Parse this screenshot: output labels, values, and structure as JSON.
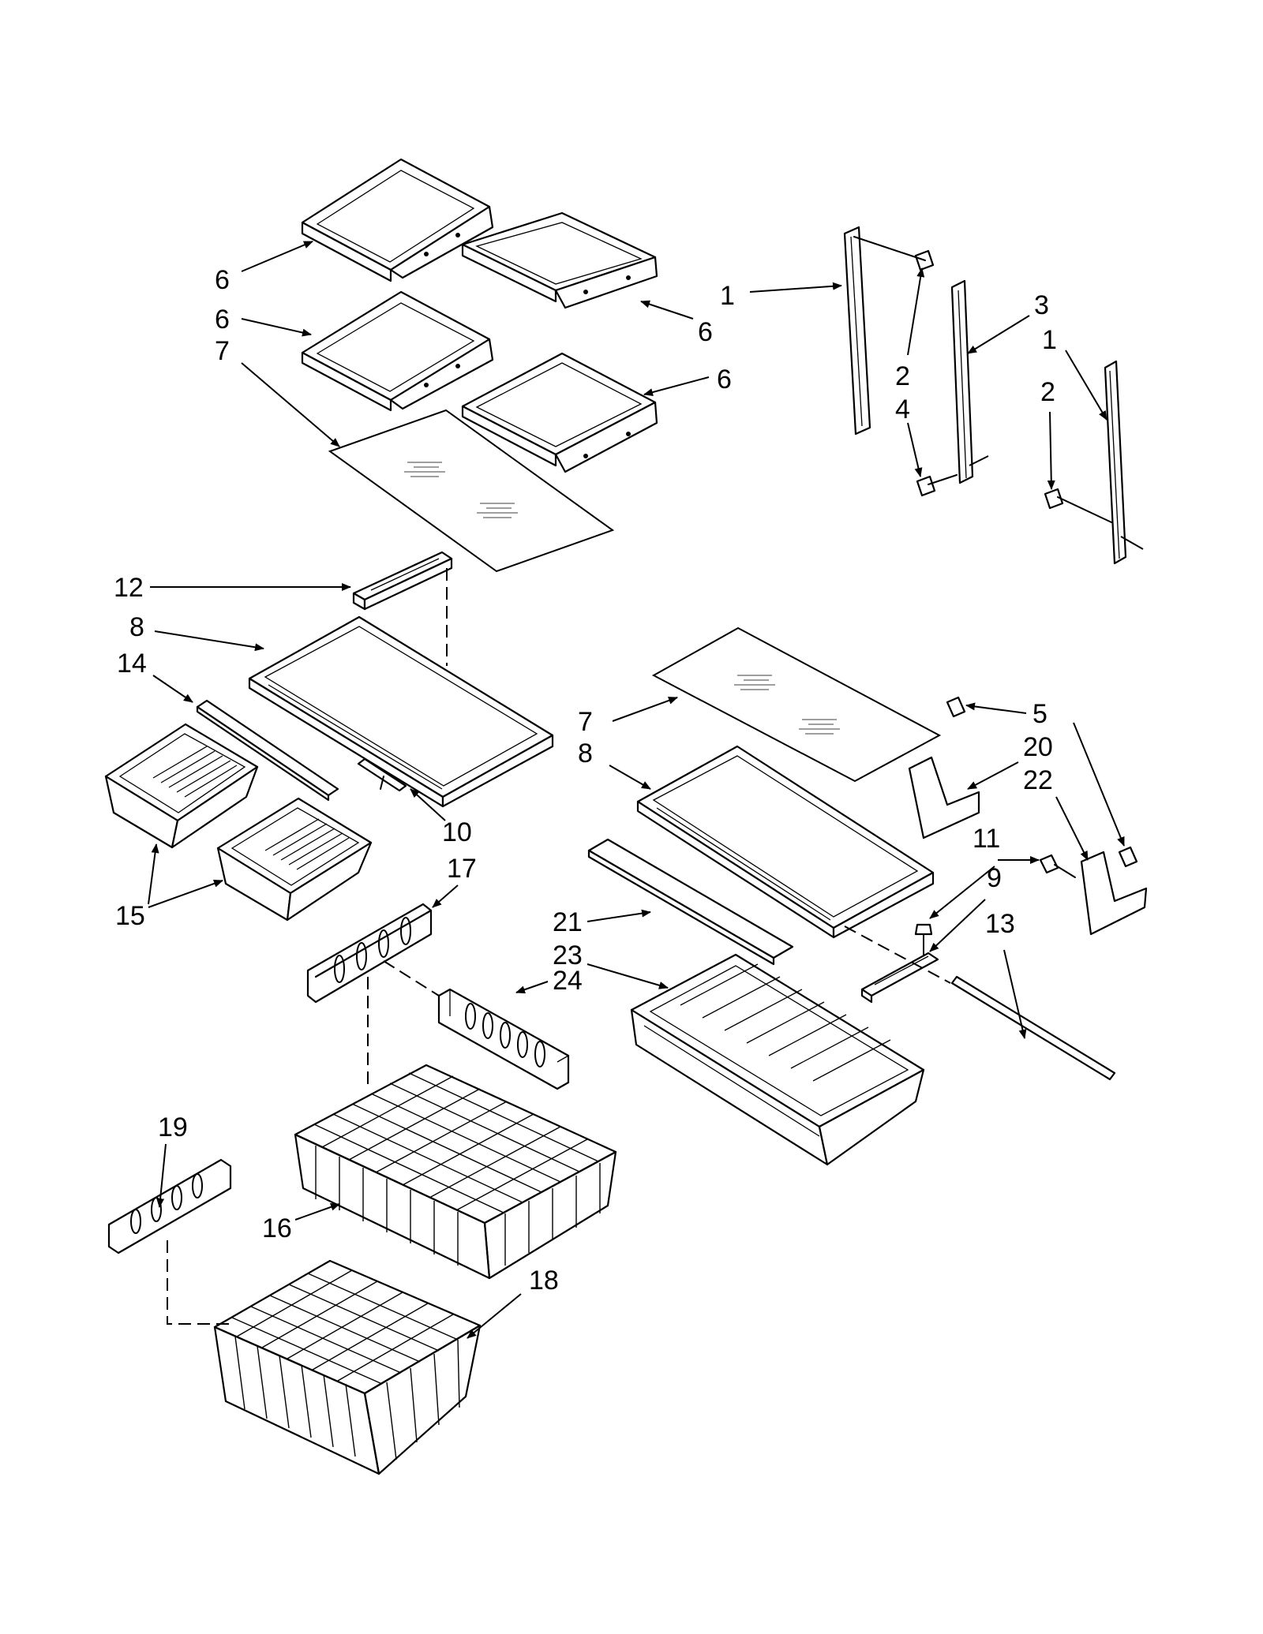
{
  "diagram": {
    "callouts": [
      {
        "id": "c6a",
        "text": "6"
      },
      {
        "id": "c6b",
        "text": "6"
      },
      {
        "id": "c6c",
        "text": "6"
      },
      {
        "id": "c6d",
        "text": "6"
      },
      {
        "id": "c7a",
        "text": "7"
      },
      {
        "id": "c1a",
        "text": "1"
      },
      {
        "id": "c3",
        "text": "3"
      },
      {
        "id": "c1b",
        "text": "1"
      },
      {
        "id": "c2a",
        "text": "2"
      },
      {
        "id": "c4",
        "text": "4"
      },
      {
        "id": "c2b",
        "text": "2"
      },
      {
        "id": "c12",
        "text": "12"
      },
      {
        "id": "c8a",
        "text": "8"
      },
      {
        "id": "c14",
        "text": "14"
      },
      {
        "id": "c10",
        "text": "10"
      },
      {
        "id": "c15",
        "text": "15"
      },
      {
        "id": "c17",
        "text": "17"
      },
      {
        "id": "c24",
        "text": "24"
      },
      {
        "id": "c7b",
        "text": "7"
      },
      {
        "id": "c8b",
        "text": "8"
      },
      {
        "id": "c5",
        "text": "5"
      },
      {
        "id": "c20",
        "text": "20"
      },
      {
        "id": "c22",
        "text": "22"
      },
      {
        "id": "c11",
        "text": "11"
      },
      {
        "id": "c9",
        "text": "9"
      },
      {
        "id": "c13",
        "text": "13"
      },
      {
        "id": "c21",
        "text": "21"
      },
      {
        "id": "c23",
        "text": "23"
      },
      {
        "id": "c19",
        "text": "19"
      },
      {
        "id": "c16",
        "text": "16"
      },
      {
        "id": "c18",
        "text": "18"
      }
    ]
  }
}
